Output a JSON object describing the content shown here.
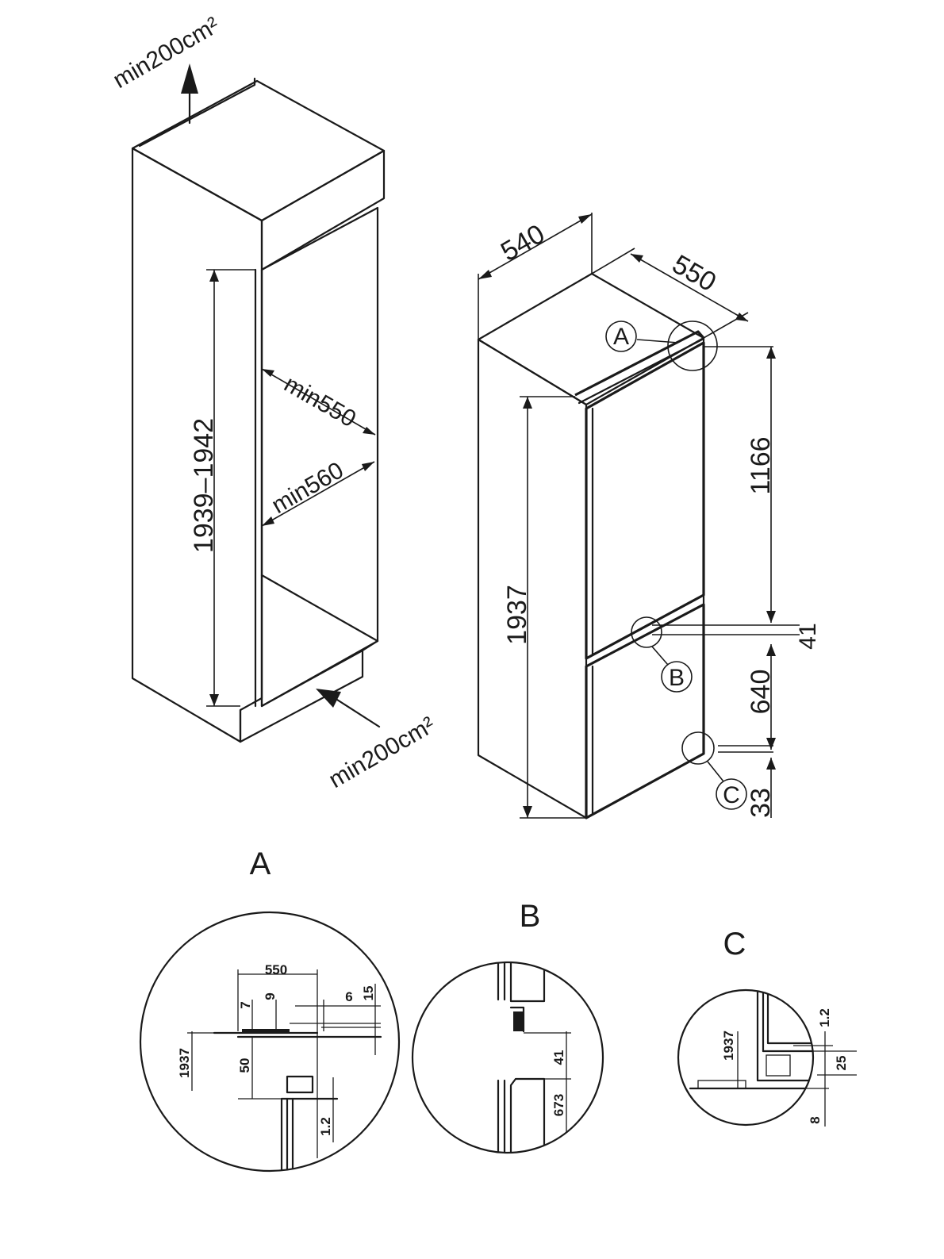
{
  "niche": {
    "ventilation_top": "min200cm²",
    "ventilation_bottom": "min200cm²",
    "height_range": "1939–1942",
    "depth_min": "min550",
    "width_min": "min560"
  },
  "appliance": {
    "width": "540",
    "depth": "550",
    "height": "1937",
    "upper_door": "1166",
    "gap": "41",
    "lower_door": "640",
    "bottom_offset": "33",
    "marker_a": "A",
    "marker_b": "B",
    "marker_c": "C"
  },
  "detail_a": {
    "title": "A",
    "dim_550": "550",
    "dim_9": "9",
    "dim_7": "7",
    "dim_6": "6",
    "dim_15": "15",
    "dim_1937": "1937",
    "dim_50": "50",
    "dim_1_2": "1.2"
  },
  "detail_b": {
    "title": "B",
    "dim_41": "41",
    "dim_673": "673"
  },
  "detail_c": {
    "title": "C",
    "dim_1937": "1937",
    "dim_1_2": "1.2",
    "dim_25": "25",
    "dim_8": "8"
  }
}
